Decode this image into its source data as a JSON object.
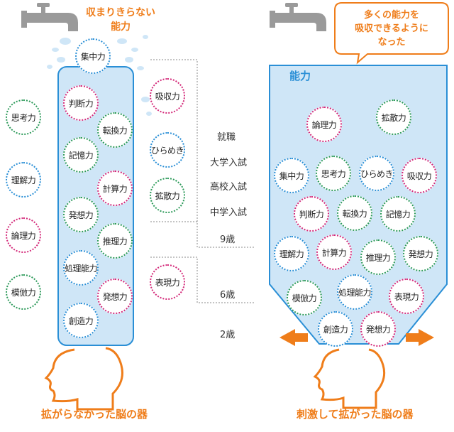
{
  "left": {
    "top_label": "収まりきらない\n能力",
    "bottom_label": "拡がらなかった脳の器",
    "abilities_in": [
      "判断力",
      "転換力",
      "記憶力",
      "計算力",
      "発想力",
      "推理力",
      "処理能力",
      "発想力",
      "創造力"
    ],
    "ability_top": "集中力",
    "abilities_side": [
      "吸収力",
      "ひらめき",
      "拡散力",
      "表現力"
    ],
    "abilities_out": [
      "思考力",
      "理解力",
      "論理力",
      "模倣力"
    ]
  },
  "ages": [
    "就職",
    "大学入試",
    "高校入試",
    "中学入試",
    "9歳",
    "6歳",
    "2歳"
  ],
  "right": {
    "bubble_text": "多くの能力を\n吸収できるように\nなった",
    "water_label": "能力",
    "bottom_label": "刺激して拡がった脳の器",
    "abilities": [
      "論理力",
      "拡散力",
      "集中力",
      "思考力",
      "ひらめき",
      "吸収力",
      "判断力",
      "転換力",
      "記憶力",
      "理解力",
      "計算力",
      "推理力",
      "発想力",
      "模倣力",
      "処理能力",
      "表現力",
      "創造力",
      "発想力"
    ]
  },
  "colors": {
    "orange": "#ef7d1a",
    "blue": "#2a8fd6",
    "water": "#cfe6f7",
    "gray": "#9a9a9a"
  }
}
